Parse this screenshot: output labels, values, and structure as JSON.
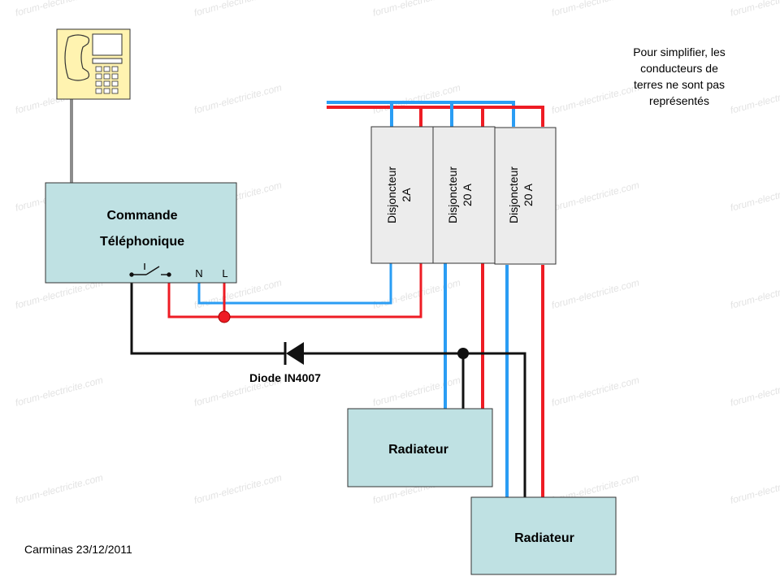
{
  "watermark": "forum-electricite.com",
  "note": {
    "lines": [
      "Pour simplifier, les",
      "conducteurs de",
      "terres ne sont pas",
      "représentés"
    ]
  },
  "command_box": {
    "line1": "Commande",
    "line2": "Téléphonique",
    "neutral_label": "N",
    "live_label": "L"
  },
  "breakers": [
    {
      "line1": "Disjoncteur",
      "line2": "2A"
    },
    {
      "line1": "Disjoncteur",
      "line2": "20 A"
    },
    {
      "line1": "Disjoncteur",
      "line2": "20 A"
    }
  ],
  "diode_label": "Diode IN4007",
  "radiators": [
    {
      "label": "Radiateur"
    },
    {
      "label": "Radiateur"
    }
  ],
  "signature": "Carminas 23/12/2011",
  "colors": {
    "phase": "#ee1c24",
    "neutral": "#2a9df4",
    "pilot": "#111111",
    "phone_cable": "#8c8c8c",
    "box_fill": "#bfe1e3",
    "breaker_fill": "#ececec",
    "phone_fill": "#fff3b0"
  }
}
